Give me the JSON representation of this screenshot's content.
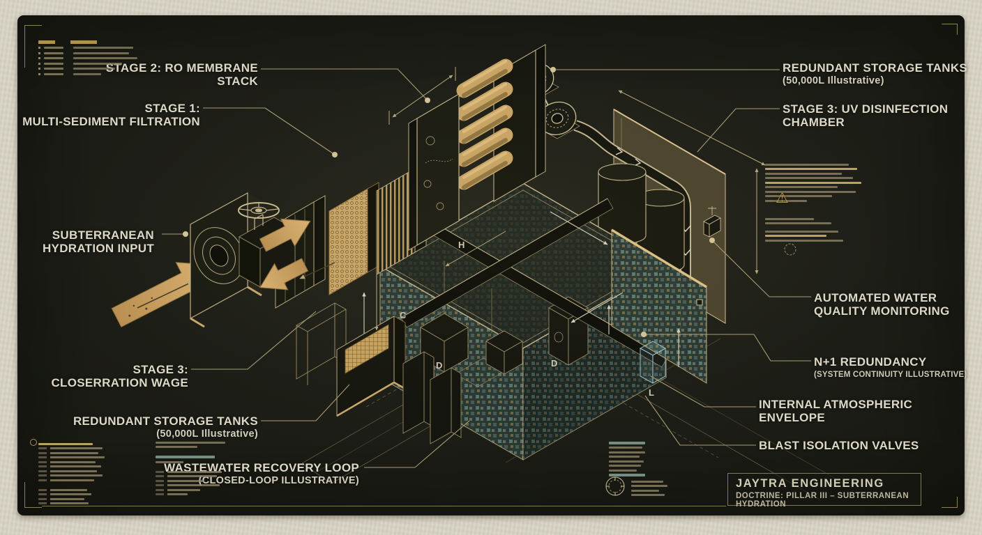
{
  "title_block": {
    "brand": "JAYTRA ENGINEERING",
    "doctrine": "DOCTRINE: PILLAR III – SUBTERRANEAN HYDRATION"
  },
  "callouts": {
    "stage2": {
      "l1": "STAGE 2: RO MEMBRANE",
      "l2": "STACK"
    },
    "stage1": {
      "l1": "STAGE 1:",
      "l2": "MULTI-SEDIMENT FILTRATION"
    },
    "input": {
      "l1": "SUBTERRANEAN",
      "l2": "HYDRATION INPUT"
    },
    "stage3_left": {
      "l1": "STAGE 3:",
      "l2": "CLOSERRATION WAGE"
    },
    "tanks_left": {
      "l1": "REDUNDANT STORAGE TANKS",
      "l2": "(50,000L Illustrative)"
    },
    "wastewater": {
      "l1": "WASTEWATER RECOVERY LOOP",
      "l2": "(CLOSED-LOOP ILLUSTRATIVE)"
    },
    "tanks_right": {
      "l1": "REDUNDANT STORAGE TANKS",
      "l2": "(50,000L Illustrative)"
    },
    "uv": {
      "l1": "STAGE 3: UV DISINFECTION",
      "l2": "CHAMBER"
    },
    "quality": {
      "l1": "AUTOMATED WATER",
      "l2": "QUALITY MONITORING"
    },
    "n1": {
      "l1": "N+1 REDUNDANCY",
      "l2": "(SYSTEM CONTINUITY ILLUSTRATIVE)"
    },
    "envelope": {
      "l1": "INTERNAL ATMOSPHERIC",
      "l2": "ENVELOPE"
    },
    "blast": {
      "l1": "BLAST ISOLATION VALVES"
    }
  },
  "dim_letters": {
    "h": "H",
    "c": "C",
    "d1": "D",
    "d2": "D",
    "l1": "L"
  },
  "icons": {
    "warning": "⚠"
  },
  "colors": {
    "paper": "#d8d4c6",
    "panel_bg": "#1a1b14",
    "accent_gold": "#c9a768",
    "line_gold": "#ab9c74",
    "text_cream": "#ddd8c7",
    "mosaic_teal": "#5f7d72"
  }
}
